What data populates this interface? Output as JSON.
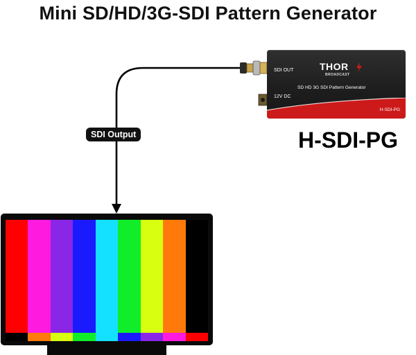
{
  "title": "Mini SD/HD/3G-SDI Pattern Generator",
  "model_label": "H-SDI-PG",
  "cable_label": "SDI Output",
  "device": {
    "port_out_label": "SDI OUT",
    "power_label": "12V DC",
    "brand_text": "THOR",
    "brand_sub": "BROADCAST",
    "description": "SD HD 3G SDI Pattern Generator",
    "model_text": "H-SDI-PG",
    "accent_color": "#cc1a1a"
  },
  "monitor": {
    "color_bars": [
      "#ff0000",
      "#ff1ae0",
      "#8a26e6",
      "#1a1aff",
      "#14e0ff",
      "#10ee2a",
      "#d8ff10",
      "#ff7a0a",
      "#000000"
    ],
    "lower_bars": [
      "#000000",
      "#ff7a0a",
      "#d8ff10",
      "#10ee2a",
      "#14e0ff",
      "#1a1aff",
      "#8a26e6",
      "#ff1ae0",
      "#ff0000"
    ]
  }
}
